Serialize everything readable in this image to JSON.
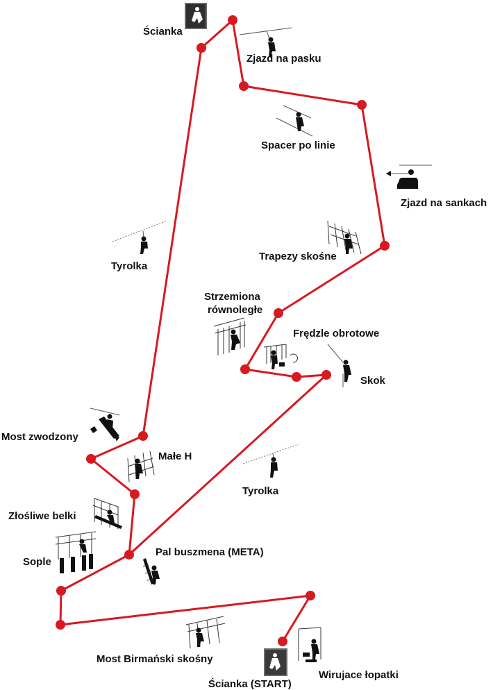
{
  "course": {
    "route_color": "#d71920",
    "stations": [
      {
        "id": "scianka-start",
        "label": "Ścianka (START)"
      },
      {
        "id": "wirujace-lopatki",
        "label": "Wirujace łopatki"
      },
      {
        "id": "most-birmanski",
        "label": "Most Birmański skośny"
      },
      {
        "id": "sople",
        "label": "Sople"
      },
      {
        "id": "zlosliwe-belki",
        "label": "Złośliwe belki"
      },
      {
        "id": "male-h",
        "label": "Małe H"
      },
      {
        "id": "most-zwodzony",
        "label": "Most zwodzony"
      },
      {
        "id": "tyrolka-1",
        "label": "Tyrolka"
      },
      {
        "id": "scianka",
        "label": "Ścianka"
      },
      {
        "id": "zjazd-na-pasku",
        "label": "Zjazd na pasku"
      },
      {
        "id": "spacer-po-linie",
        "label": "Spacer po linie"
      },
      {
        "id": "zjazd-na-sankach",
        "label": "Zjazd na sankach"
      },
      {
        "id": "trapezy-skosne",
        "label": "Trapezy skośne"
      },
      {
        "id": "strzemiona-rownolegle",
        "label_lines": [
          "Strzemiona",
          "równoległe"
        ]
      },
      {
        "id": "fredzle-obrotowe",
        "label": "Frędzle obrotowe"
      },
      {
        "id": "skok",
        "label": "Skok"
      },
      {
        "id": "tyrolka-2",
        "label": "Tyrolka"
      },
      {
        "id": "pal-buszmena",
        "label": "Pal buszmena (META)"
      }
    ]
  }
}
